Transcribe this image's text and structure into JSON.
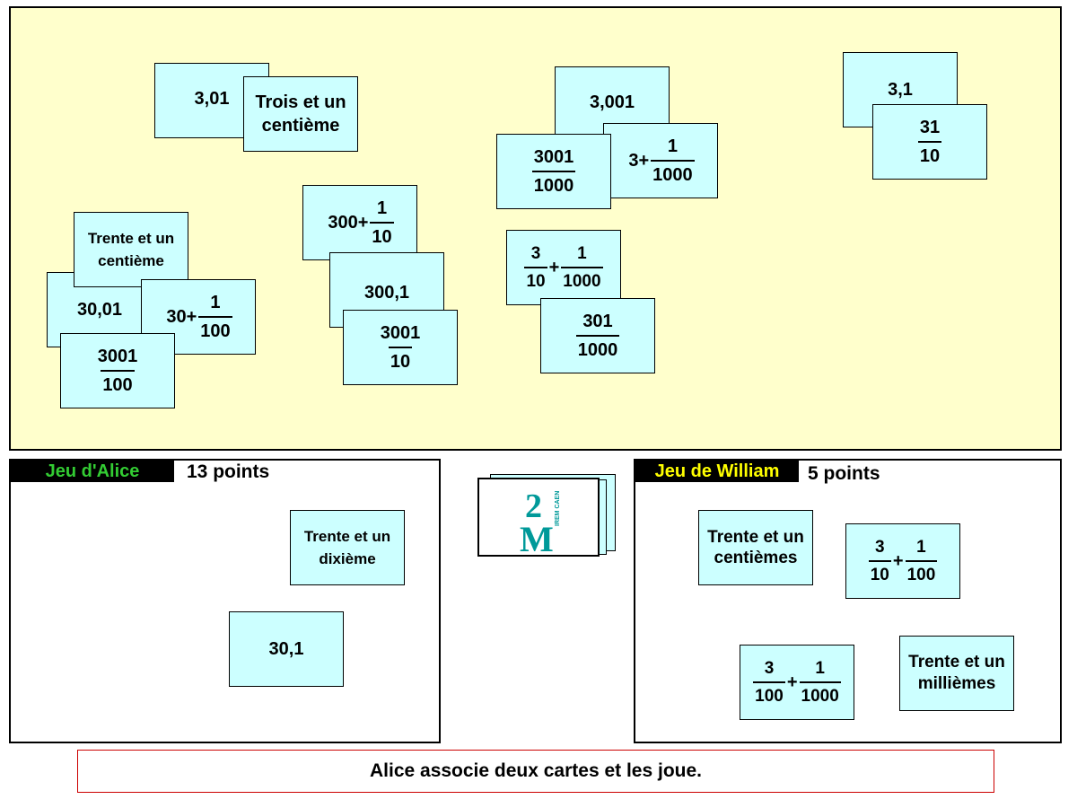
{
  "board": {
    "cards": [
      {
        "id": "c1",
        "type": "text",
        "value": "3,01"
      },
      {
        "id": "c2",
        "type": "text",
        "value": "Trois et un centième"
      },
      {
        "id": "c3",
        "type": "text",
        "value": "3,001"
      },
      {
        "id": "c4",
        "type": "text",
        "value": "3,1"
      },
      {
        "id": "c5",
        "type": "frac",
        "num": "31",
        "den": "10"
      },
      {
        "id": "c6",
        "type": "frac",
        "num": "3001",
        "den": "1000"
      },
      {
        "id": "c7",
        "type": "sum",
        "whole": "3+",
        "num": "1",
        "den": "1000"
      },
      {
        "id": "c8",
        "type": "sum",
        "whole": "300+",
        "num": "1",
        "den": "10"
      },
      {
        "id": "c9",
        "type": "text",
        "value": "Trente et un centième"
      },
      {
        "id": "c10",
        "type": "text",
        "value": "30,01"
      },
      {
        "id": "c11",
        "type": "sum",
        "whole": "30+",
        "num": "1",
        "den": "100"
      },
      {
        "id": "c12",
        "type": "frac",
        "num": "3001",
        "den": "100"
      },
      {
        "id": "c13",
        "type": "text",
        "value": "300,1"
      },
      {
        "id": "c14",
        "type": "frac",
        "num": "3001",
        "den": "10"
      },
      {
        "id": "c15",
        "type": "fracsum",
        "n1": "3",
        "d1": "10",
        "n2": "1",
        "d2": "1000"
      },
      {
        "id": "c16",
        "type": "frac",
        "num": "301",
        "den": "1000"
      }
    ]
  },
  "alice": {
    "label": "Jeu d'Alice",
    "label_color": "#33cc33",
    "score": "13 points",
    "cards": [
      {
        "id": "a1",
        "type": "text",
        "value": "Trente et un dixième"
      },
      {
        "id": "a2",
        "type": "text",
        "value": "30,1"
      }
    ]
  },
  "william": {
    "label": "Jeu de William",
    "label_color": "#ffff00",
    "score": "5 points",
    "cards": [
      {
        "id": "w1",
        "type": "text",
        "value": "Trente et un centièmes"
      },
      {
        "id": "w2",
        "type": "fracsum",
        "n1": "3",
        "d1": "10",
        "n2": "1",
        "d2": "100"
      },
      {
        "id": "w3",
        "type": "fracsum",
        "n1": "3",
        "d1": "100",
        "n2": "1",
        "d2": "1000"
      },
      {
        "id": "w4",
        "type": "text",
        "value": "Trente et un millièmes"
      }
    ]
  },
  "deck": {
    "logo_text": "2M",
    "logo_small": "IREM CAEN",
    "logo_color": "#009999"
  },
  "status": "Alice associe deux cartes et les joue."
}
